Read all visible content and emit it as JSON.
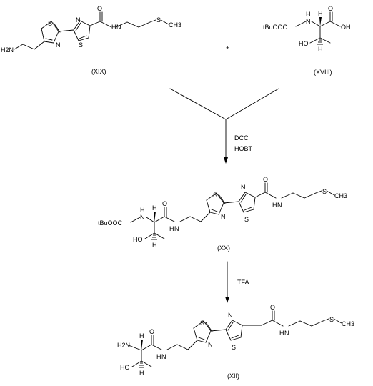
{
  "compounds": {
    "XIX": {
      "label": "(XIX)",
      "atoms": {
        "amine": "H2N",
        "s_ring1": "S",
        "n_ring1": "N",
        "n_ring2": "N",
        "s_ring2": "S",
        "carbonyl_o": "O",
        "amide_nh": "H",
        "amide_n": "N",
        "thioether_s": "S",
        "methyl": "CH3"
      }
    },
    "XVIII": {
      "label": "(XVIII)",
      "atoms": {
        "boc": "tBuOOC",
        "nh": "H",
        "n": "N",
        "h_stereo": "H",
        "carbonyl_o": "O",
        "acid": "OH",
        "hydroxyl": "HO",
        "h_stereo2": "H"
      }
    },
    "XX": {
      "label": "(XX)",
      "atoms": {
        "boc": "tBuOOC",
        "nh": "H",
        "n": "N",
        "h_stereo": "H",
        "carbonyl_o": "O",
        "amide_nh": "H",
        "amide_n": "N",
        "hydroxyl": "HO",
        "h_stereo2": "H",
        "s_ring1": "S",
        "n_ring1": "N",
        "n_ring2": "N",
        "s_ring2": "S",
        "carbonyl_o2": "O",
        "amide_nh2": "H",
        "amide_n2": "N",
        "thioether_s": "S",
        "methyl": "CH3"
      }
    },
    "XII": {
      "label": "(XII)",
      "atoms": {
        "amine": "H2N",
        "h_stereo": "H",
        "carbonyl_o": "O",
        "amide_nh": "H",
        "amide_n": "N",
        "hydroxyl": "HO",
        "h_stereo2": "H",
        "s_ring1": "S",
        "n_ring1": "N",
        "n_ring2": "N",
        "s_ring2": "S",
        "carbonyl_o2": "O",
        "amide_nh2": "H",
        "amide_n2": "N",
        "thioether_s": "S",
        "methyl": "CH3"
      }
    }
  },
  "plus_sign": "+",
  "steps": [
    {
      "reagents": [
        "DCC",
        "HOBT"
      ]
    },
    {
      "reagents": [
        "TFA"
      ]
    }
  ]
}
